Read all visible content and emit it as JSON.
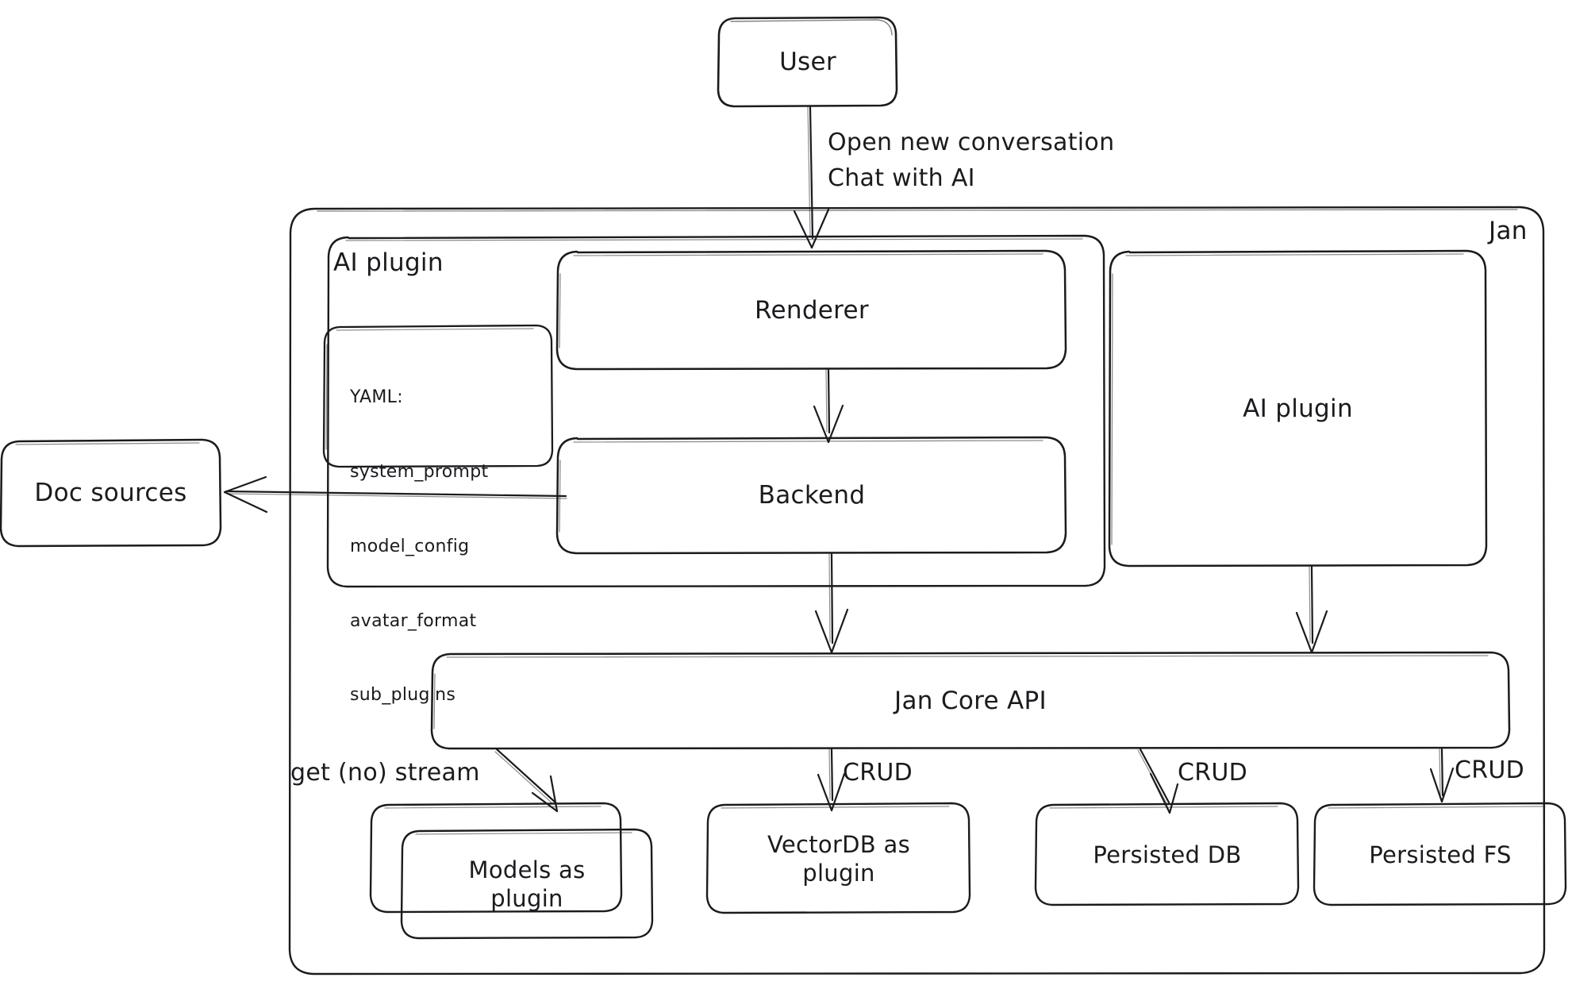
{
  "diagram": {
    "title": "Jan architecture diagram",
    "style": "hand-drawn",
    "stroke_color": "#1b1b1f",
    "background_color": "#ffffff"
  },
  "groups": {
    "jan": {
      "label": "Jan"
    },
    "ai_plugin_group": {
      "label": "AI plugin"
    }
  },
  "nodes": {
    "user": {
      "label": "User"
    },
    "renderer": {
      "label": "Renderer"
    },
    "backend": {
      "label": "Backend"
    },
    "ai_plugin_box": {
      "label": "AI plugin"
    },
    "doc_sources": {
      "label": "Doc sources"
    },
    "jan_core_api": {
      "label": "Jan Core API"
    },
    "models_plugin": {
      "label": "Models as\nplugin"
    },
    "vectordb_plugin": {
      "label": "VectorDB as\nplugin"
    },
    "persisted_db": {
      "label": "Persisted DB"
    },
    "persisted_fs": {
      "label": "Persisted FS"
    }
  },
  "yaml_card": {
    "title": "YAML:",
    "keys": [
      "system_prompt",
      "model_config",
      "avatar_format",
      "sub_plugins"
    ]
  },
  "edges": [
    {
      "from": "user",
      "to": "renderer",
      "label": "Open new conversation\nChat with AI"
    },
    {
      "from": "renderer",
      "to": "backend",
      "label": ""
    },
    {
      "from": "backend",
      "to": "doc_sources",
      "label": ""
    },
    {
      "from": "backend",
      "to": "jan_core_api",
      "label": ""
    },
    {
      "from": "ai_plugin_box",
      "to": "jan_core_api",
      "label": ""
    },
    {
      "from": "jan_core_api",
      "to": "models_plugin",
      "label": "get (no) stream"
    },
    {
      "from": "jan_core_api",
      "to": "vectordb_plugin",
      "label": "CRUD"
    },
    {
      "from": "jan_core_api",
      "to": "persisted_db",
      "label": "CRUD"
    },
    {
      "from": "jan_core_api",
      "to": "persisted_fs",
      "label": "CRUD"
    }
  ],
  "edge_labels": {
    "user_to_renderer_line1": "Open new conversation",
    "user_to_renderer_line2": "Chat with AI",
    "get_no_stream": "get (no) stream",
    "crud_vectordb": "CRUD",
    "crud_db": "CRUD",
    "crud_fs": "CRUD"
  }
}
